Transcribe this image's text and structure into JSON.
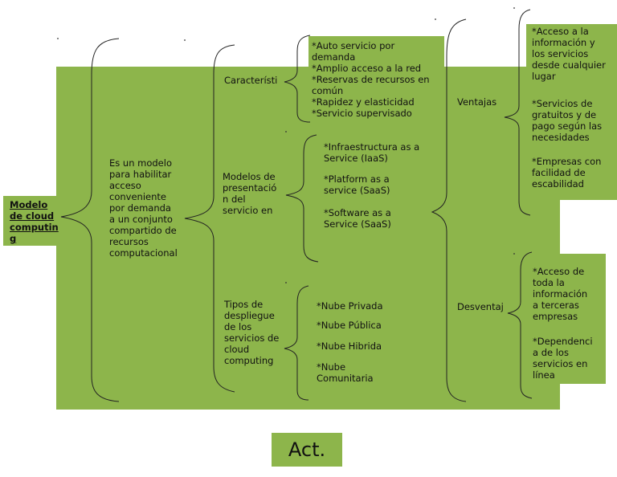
{
  "colors": {
    "box_fill": "#8db54b",
    "stroke": "#222222",
    "background": "#ffffff"
  },
  "root": {
    "label": "Modelo\nde cloud\ncomputin\ng"
  },
  "definition": {
    "text": "Es un modelo\npara habilitar\nacceso\nconveniente\npor demanda\na un conjunto\ncompartido de\nrecursos\ncomputacional"
  },
  "characteristics": {
    "label": "Característi",
    "items": [
      "*Auto servicio por\ndemanda",
      "*Amplio acceso a la red",
      "*Reservas de recursos en\ncomún",
      "*Rapidez y elasticidad",
      "*Servicio supervisado"
    ]
  },
  "models": {
    "label": "Modelos de\npresentació\nn del\nservicio en",
    "items": [
      "*Infraestructura as a\nService (IaaS)",
      "*Platform as a\nservice (SaaS)",
      "*Software as a\nService (SaaS)"
    ]
  },
  "deployment": {
    "label": "Tipos  de\ndespliegue\nde los\nservicios de\ncloud\ncomputing",
    "items": [
      "*Nube Privada",
      "*Nube Pública",
      "*Nube Hibrida",
      "*Nube\nComunitaria"
    ]
  },
  "advantages": {
    "label": "Ventajas",
    "items": [
      "*Acceso a la\ninformación y\nlos servicios\ndesde cualquier\nlugar",
      "*Servicios de\ngratuitos y de\npago según las\nnecesidades",
      "*Empresas con\nfacilidad de\nescabilidad"
    ]
  },
  "disadvantages": {
    "label": "Desventaj",
    "items": [
      "  *Acceso de\ntoda la\ninformación\na terceras\nempresas",
      "*Dependenci\na de los\nservicios en\nlínea"
    ]
  },
  "footer": {
    "label": "Act."
  }
}
